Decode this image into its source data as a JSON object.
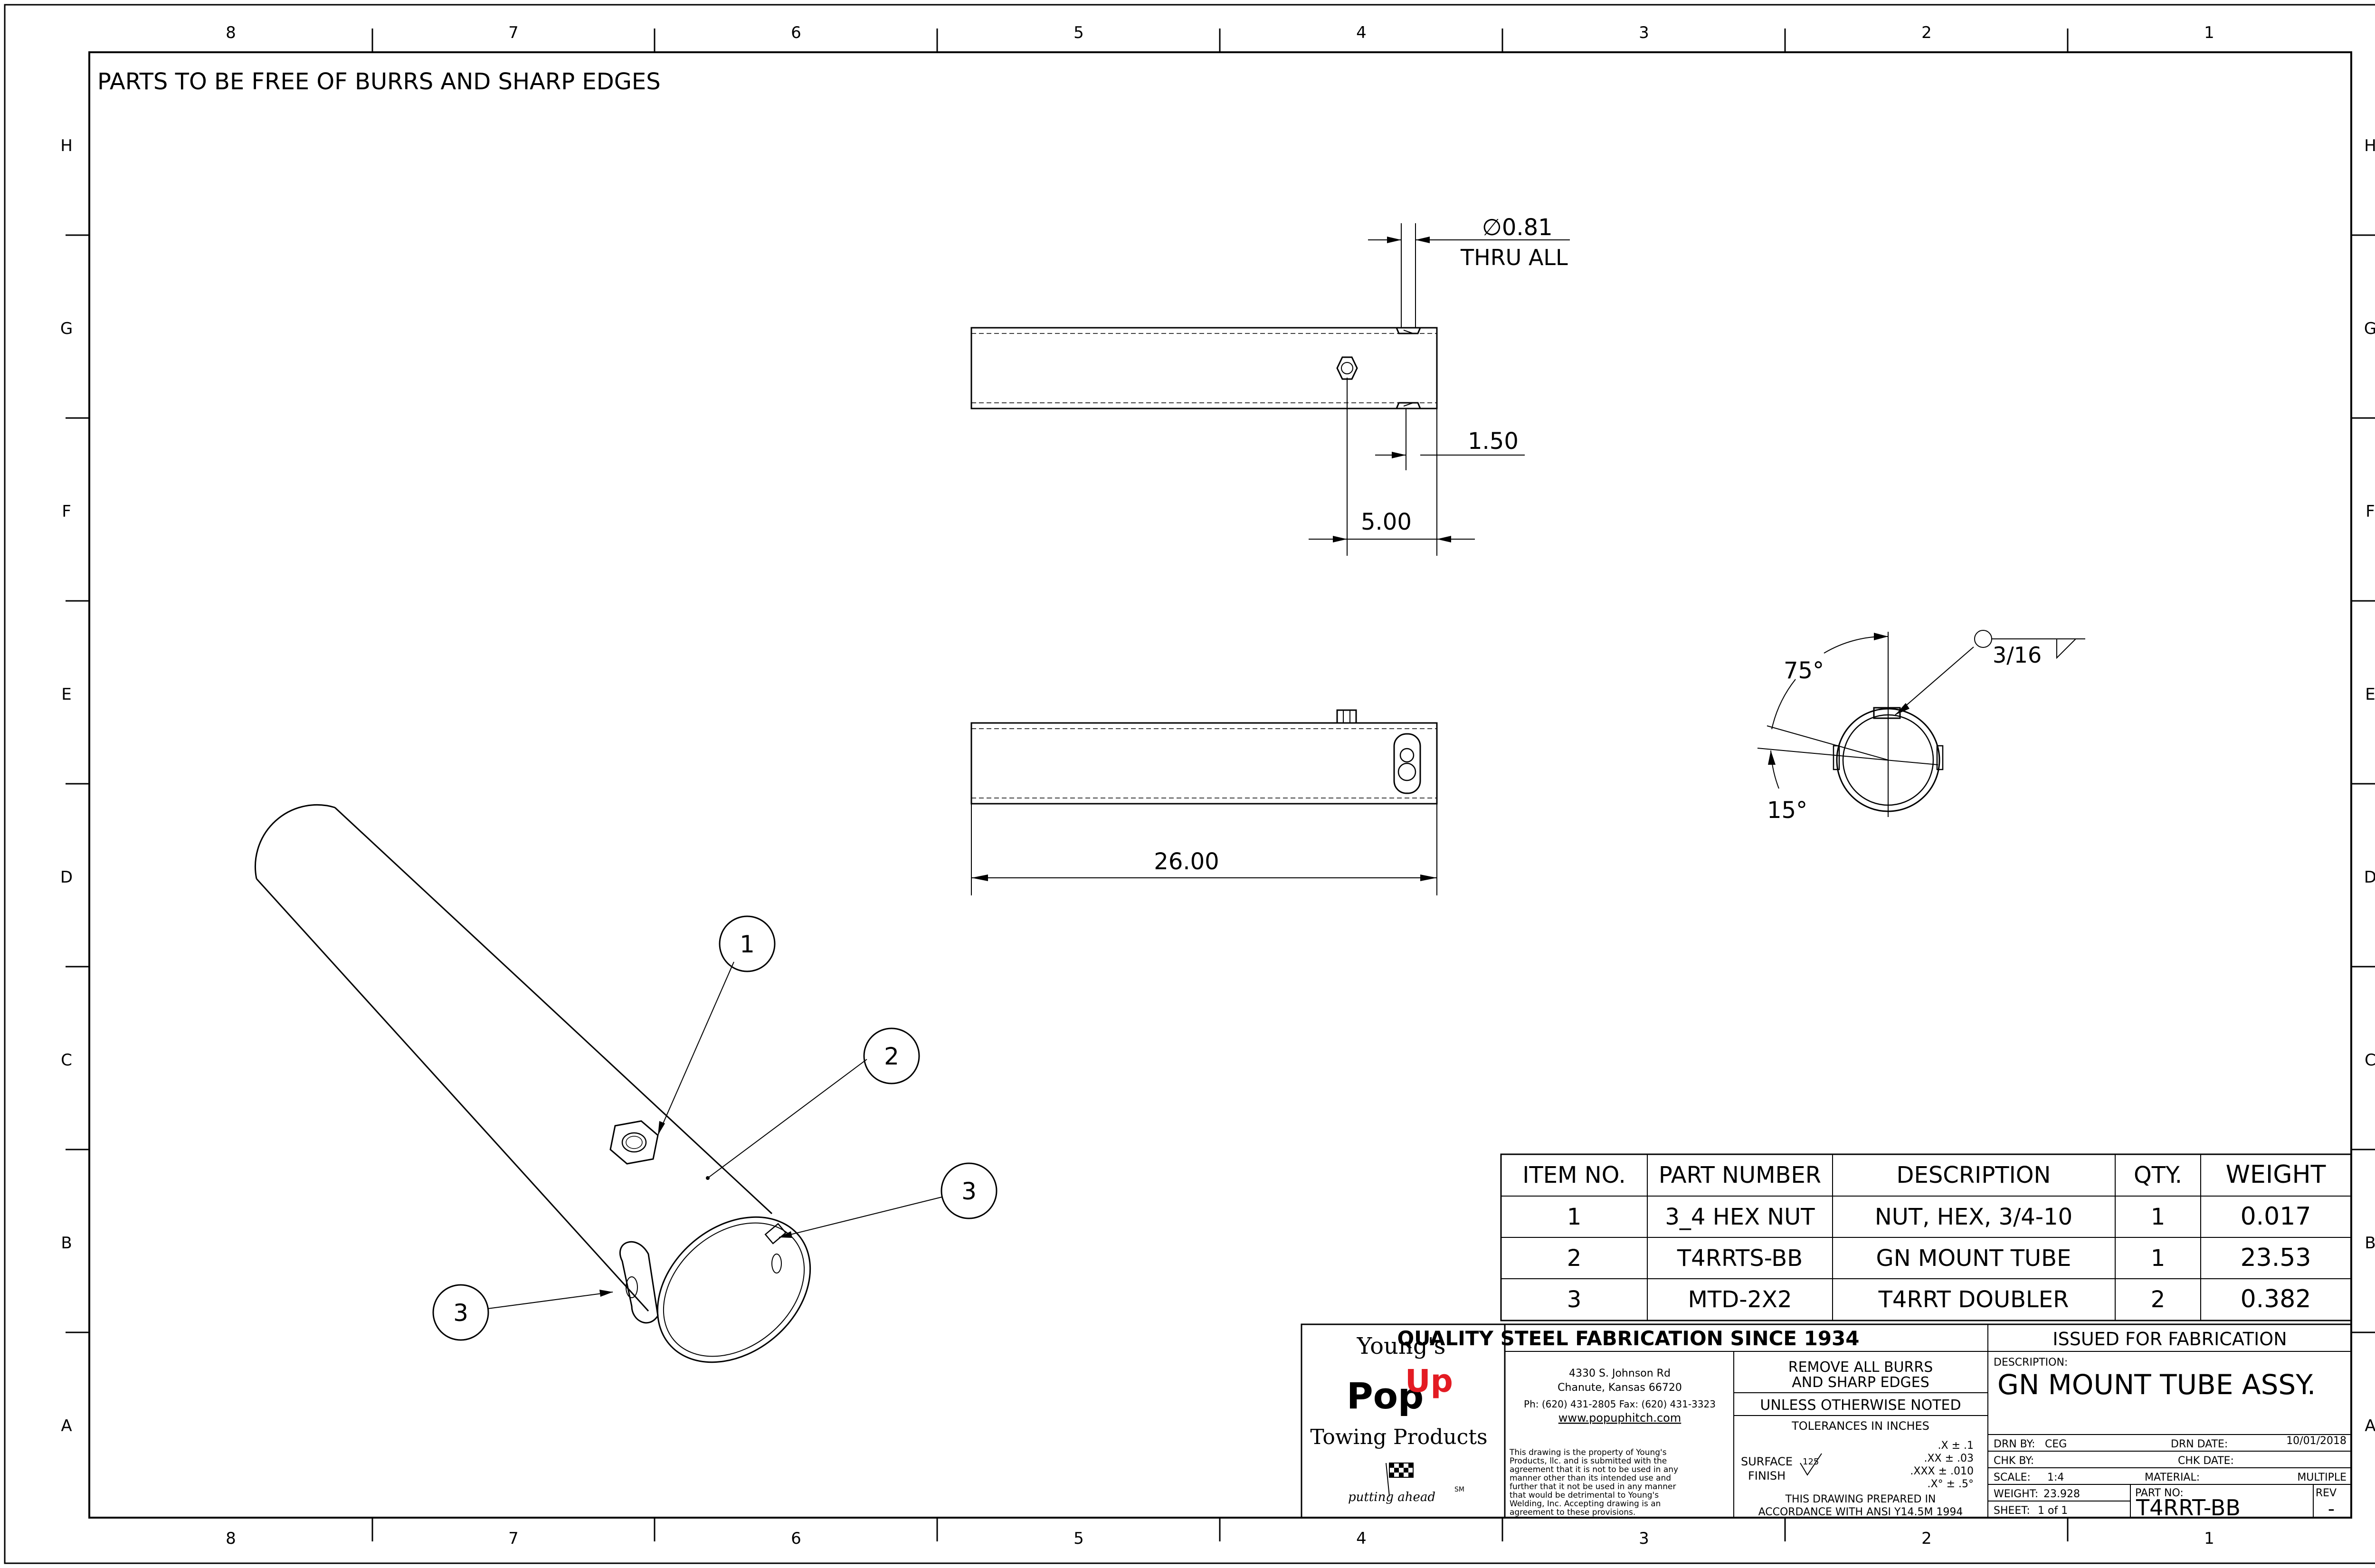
{
  "zones": {
    "columns": [
      "8",
      "7",
      "6",
      "5",
      "4",
      "3",
      "2",
      "1"
    ],
    "rows": [
      "H",
      "G",
      "F",
      "E",
      "D",
      "C",
      "B",
      "A"
    ]
  },
  "note": "PARTS TO BE FREE OF BURRS AND SHARP EDGES",
  "dimensions": {
    "hole_dia": "∅0.81",
    "hole_note": "THRU ALL",
    "offset_small": "1.50",
    "offset_large": "5.00",
    "length": "26.00",
    "angle_top": "75°",
    "angle_bottom": "15°",
    "weld": "3/16"
  },
  "balloons": [
    "1",
    "2",
    "3",
    "3"
  ],
  "bom": {
    "headers": [
      "ITEM NO.",
      "PART NUMBER",
      "DESCRIPTION",
      "QTY.",
      "WEIGHT"
    ],
    "rows": [
      [
        "1",
        "3_4 HEX NUT",
        "NUT, HEX, 3/4-10",
        "1",
        "0.017"
      ],
      [
        "2",
        "T4RRTS-BB",
        "GN MOUNT TUBE",
        "1",
        "23.53"
      ],
      [
        "3",
        "MTD-2X2",
        "T4RRT DOUBLER",
        "2",
        "0.382"
      ]
    ]
  },
  "logo": {
    "youngs": "Young's",
    "pop": "Pop",
    "up": "Up",
    "towing": "Towing Products",
    "tagline": "putting ahead",
    "sm": "SM",
    "up_color": "#e31b23"
  },
  "title_block": {
    "banner": "QUALITY STEEL FABRICATION SINCE 1934",
    "issued": "ISSUED FOR FABRICATION",
    "address1": "4330 S. Johnson Rd",
    "address2": "Chanute, Kansas 66720",
    "phone": "Ph: (620) 431-2805 Fax: (620) 431-3323",
    "website": "www.popuphitch.com",
    "legal": [
      "This drawing is the property of Young's",
      "Products, llc. and is submitted with the",
      "agreement that it is not to be used in any",
      "manner other than its intended use and",
      "further that it not be used in any manner",
      "that would be detrimental to Young's",
      "Welding, Inc. Accepting drawing is an",
      "agreement to these provisions."
    ],
    "remove1": "REMOVE ALL BURRS",
    "remove2": "AND SHARP EDGES",
    "unless": "UNLESS OTHERWISE NOTED",
    "tolerances": "TOLERANCES IN INCHES",
    "surface": "SURFACE",
    "finish": "FINISH",
    "finish_value": "125",
    "tol_lines": [
      ".X ± .1",
      ".XX ± .03",
      ".XXX ± .010",
      ".X° ± .5°"
    ],
    "prepared1": "THIS DRAWING PREPARED IN",
    "prepared2": "ACCORDANCE WITH ANSI Y14.5M 1994",
    "description_label": "DESCRIPTION:",
    "description": "GN MOUNT TUBE ASSY.",
    "drn_by_label": "DRN BY:",
    "drn_by": "CEG",
    "drn_date_label": "DRN DATE:",
    "drn_date": "10/01/2018",
    "chk_by_label": "CHK BY:",
    "chk_date_label": "CHK DATE:",
    "scale_label": "SCALE:",
    "scale": "1:4",
    "material_label": "MATERIAL:",
    "material": "MULTIPLE",
    "weight_label": "WEIGHT:",
    "weight": "23.928",
    "part_no_label": "PART NO:",
    "part_no": "T4RRT-BB",
    "rev_label": "REV",
    "rev": "-",
    "sheet_label": "SHEET:",
    "sheet": "1 of 1"
  }
}
